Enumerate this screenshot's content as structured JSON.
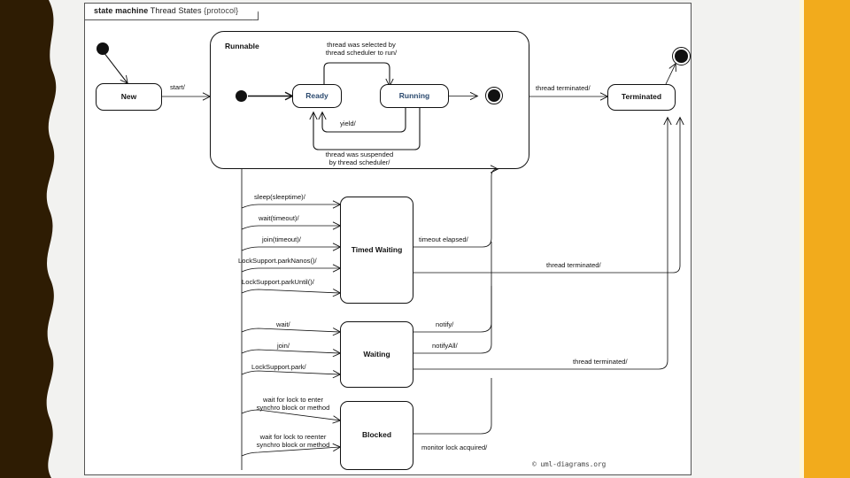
{
  "slide": {
    "background_color": "#f2f2f0",
    "left_band_color": "#2e1c03",
    "right_accent_color": "#f2ab1c",
    "right_accent_secondary": "#fdf6d8"
  },
  "frame": {
    "keyword": "state machine",
    "name": "Thread States",
    "property": "{protocol}"
  },
  "diagram": {
    "watermark": "© uml-diagrams.org",
    "region": {
      "label": "Runnable"
    },
    "states": [
      {
        "id": "new",
        "label": "New"
      },
      {
        "id": "ready",
        "label": "Ready"
      },
      {
        "id": "running",
        "label": "Running"
      },
      {
        "id": "terminated",
        "label": "Terminated"
      },
      {
        "id": "timed-waiting",
        "label": "Timed Waiting"
      },
      {
        "id": "waiting",
        "label": "Waiting"
      },
      {
        "id": "blocked",
        "label": "Blocked"
      }
    ],
    "pseudostates": [
      {
        "id": "initial-top",
        "kind": "initial"
      },
      {
        "id": "initial-runnable",
        "kind": "initial"
      },
      {
        "id": "final-runnable",
        "kind": "final"
      },
      {
        "id": "final-top",
        "kind": "final"
      }
    ],
    "transitions": [
      {
        "id": "t-start",
        "label": "start/"
      },
      {
        "id": "t-selected",
        "label": "thread was selected by\nthread scheduler to run/"
      },
      {
        "id": "t-yield",
        "label": "yield/"
      },
      {
        "id": "t-suspended",
        "label": "thread was suspended\nby thread scheduler/"
      },
      {
        "id": "t-term-runnable",
        "label": "thread terminated/"
      },
      {
        "id": "t-sleep",
        "label": "sleep(sleeptime)/"
      },
      {
        "id": "t-wait-timeout",
        "label": "wait(timeout)/"
      },
      {
        "id": "t-join-timeout",
        "label": "join(timeout)/"
      },
      {
        "id": "t-parknanos",
        "label": "LockSupport.parkNanos()/"
      },
      {
        "id": "t-parkuntil",
        "label": "LockSupport.parkUntil()/"
      },
      {
        "id": "t-timeout-elapsed",
        "label": "timeout elapsed/"
      },
      {
        "id": "t-term-timed",
        "label": "thread terminated/"
      },
      {
        "id": "t-wait",
        "label": "wait/"
      },
      {
        "id": "t-join",
        "label": "join/"
      },
      {
        "id": "t-park",
        "label": "LockSupport.park/"
      },
      {
        "id": "t-notify",
        "label": "notify/"
      },
      {
        "id": "t-notifyall",
        "label": "notifyAll/"
      },
      {
        "id": "t-term-waiting",
        "label": "thread terminated/"
      },
      {
        "id": "t-lock-enter",
        "label": "wait for lock to enter\nsynchro block or method"
      },
      {
        "id": "t-lock-reenter",
        "label": "wait for lock to reenter\nsynchro block or method"
      },
      {
        "id": "t-monitor-acquired",
        "label": "monitor lock acquired/"
      }
    ]
  }
}
